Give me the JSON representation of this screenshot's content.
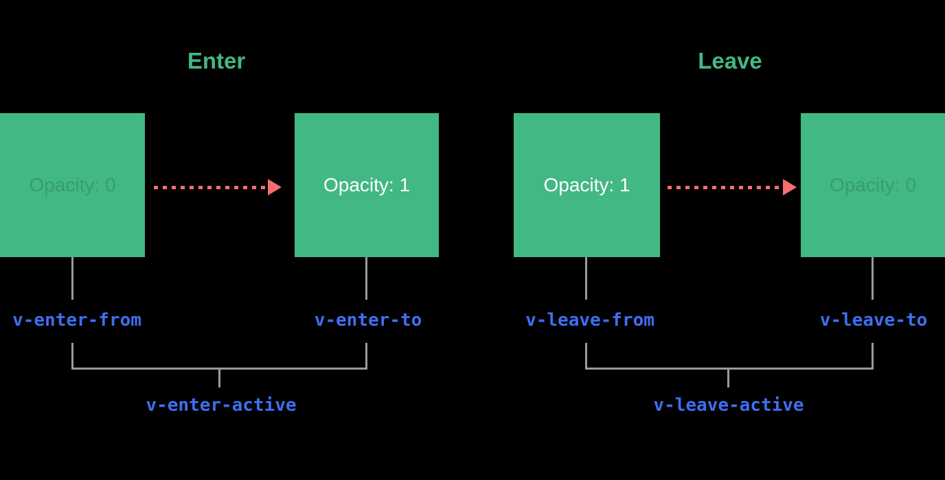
{
  "diagram": {
    "description": "Vue transition classes diagram",
    "colors": {
      "background": "#000000",
      "box_green": "#42b883",
      "title_green": "#42b883",
      "class_label_blue": "#3f6ef0",
      "arrow_red": "#f76e6e",
      "connector_gray": "#9b9b9b",
      "box_text_bright": "#ffffff"
    },
    "enter": {
      "title": "Enter",
      "from_box_label": "Opacity: 0",
      "to_box_label": "Opacity: 1",
      "from_class": "v-enter-from",
      "to_class": "v-enter-to",
      "active_class": "v-enter-active"
    },
    "leave": {
      "title": "Leave",
      "from_box_label": "Opacity: 1",
      "to_box_label": "Opacity: 0",
      "from_class": "v-leave-from",
      "to_class": "v-leave-to",
      "active_class": "v-leave-active"
    }
  }
}
